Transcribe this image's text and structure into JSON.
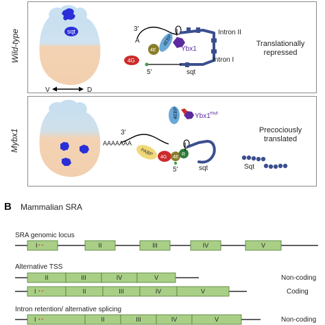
{
  "panel_a": {
    "wildtype": {
      "side_label": "Wild-type",
      "embryo_label": "sqt",
      "axis_left": "V",
      "axis_right": "D",
      "status": "Translationally\nrepressed",
      "labels": {
        "three_prime": "3'",
        "five_prime": "5'",
        "a": "A",
        "intron2": "Intron II",
        "intron1": "Intron I",
        "sqt": "sqt",
        "ybx1": "Ybx1",
        "eif4ebp": "4EBP",
        "eif4g": "4G",
        "eif4e": "4E"
      }
    },
    "mutant": {
      "side_label": "Mybx1",
      "status": "Precociously\ntranslated",
      "labels": {
        "three_prime": "3'",
        "five_prime": "5'",
        "polya": "AAAAAAA",
        "pabp": "PABP",
        "eif4g": "4G",
        "eif4e": "4E",
        "r": "R",
        "sqt": "sqt",
        "eif4ebp": "4EBP",
        "ybx1_mut": "Ybx1",
        "ybx1_mut_sup": "mut",
        "protein": "Sqt"
      }
    }
  },
  "panel_b": {
    "letter": "B",
    "title": "Mammalian SRA",
    "rows": [
      {
        "label": "SRA genomic locus",
        "exons": [
          "I",
          "II",
          "III",
          "IV",
          "V"
        ],
        "note": ""
      },
      {
        "label": "Alternative TSS",
        "exons": [
          "II",
          "III",
          "IV",
          "V"
        ],
        "note": "Non-coding"
      },
      {
        "label": "",
        "exons": [
          "I",
          "II",
          "III",
          "IV",
          "V"
        ],
        "note": "Coding"
      },
      {
        "label": "Intron retention/ alternative splicing",
        "exons": [
          "I",
          "II",
          "III",
          "IV",
          "V"
        ],
        "note": "Non-coding"
      }
    ]
  },
  "colors": {
    "exon_fill": "#a9cf86",
    "exon_stroke": "#4f7a35",
    "dot": "#cc2222",
    "blue": "#2a2fd8",
    "rna_blue": "#3b4f8f",
    "ybx1": "#5b2a9e",
    "eif4g": "#cc2b2b",
    "eif4e": "#8a7d2a",
    "eif4ebp": "#6aa8d8",
    "pabp": "#f0d97a"
  }
}
